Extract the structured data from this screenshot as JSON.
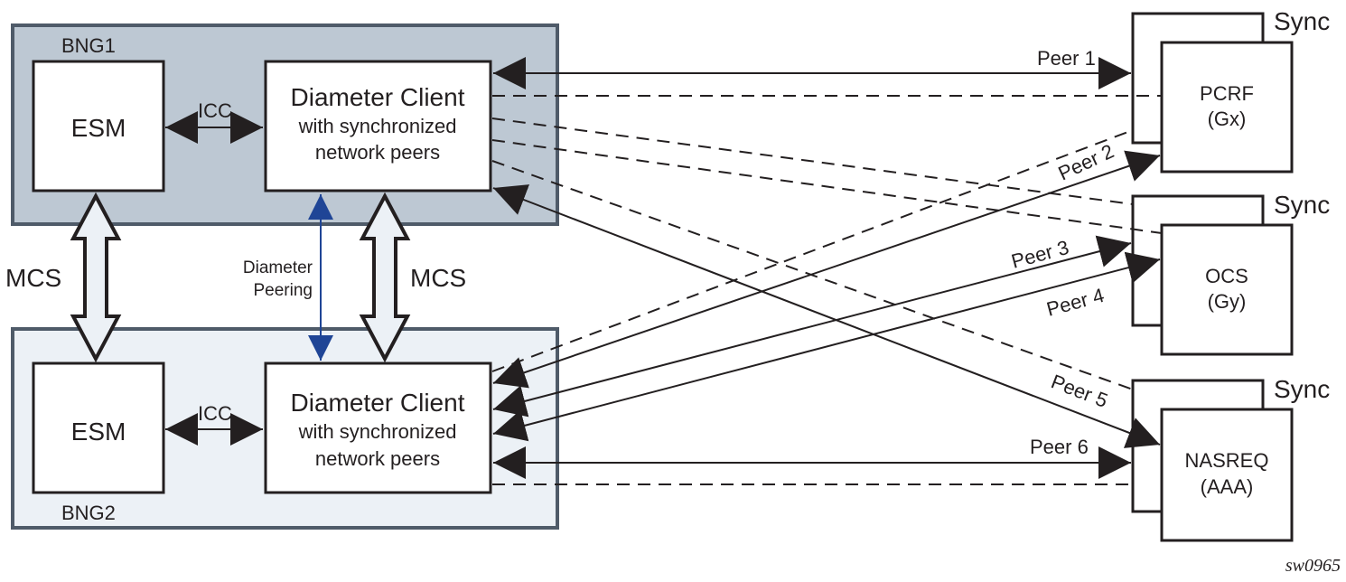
{
  "colors": {
    "bng1_fill": "#bdc8d3",
    "bng2_fill": "#ecf1f6",
    "container_border": "#4f5b69",
    "box_stroke": "#231f20",
    "peering_arrow": "#1f4596",
    "mcs_fill": "#ecf1f6"
  },
  "bng1": {
    "label": "BNG1",
    "esm_label": "ESM",
    "icc_label": "ICC",
    "client_title": "Diameter Client",
    "client_line2": "with synchronized",
    "client_line3": "network peers"
  },
  "bng2": {
    "label": "BNG2",
    "esm_label": "ESM",
    "icc_label": "ICC",
    "client_title": "Diameter Client",
    "client_line2": "with synchronized",
    "client_line3": "network peers"
  },
  "interconnect": {
    "mcs_left": "MCS",
    "mcs_right": "MCS",
    "peering_line1": "Diameter",
    "peering_line2": "Peering"
  },
  "servers": [
    {
      "name": "PCRF",
      "sub": "(Gx)",
      "sync_label": "Sync"
    },
    {
      "name": "OCS",
      "sub": "(Gy)",
      "sync_label": "Sync"
    },
    {
      "name": "NASREQ",
      "sub": "(AAA)",
      "sync_label": "Sync"
    }
  ],
  "peers": [
    {
      "label": "Peer 1",
      "from": "BNG1",
      "to": "PCRF"
    },
    {
      "label": "Peer 2",
      "from": "BNG2",
      "to": "PCRF"
    },
    {
      "label": "Peer 3",
      "from": "BNG2",
      "to": "OCS"
    },
    {
      "label": "Peer 4",
      "from": "BNG2",
      "to": "OCS"
    },
    {
      "label": "Peer 5",
      "from": "BNG1",
      "to": "NASREQ"
    },
    {
      "label": "Peer 6",
      "from": "BNG2",
      "to": "NASREQ"
    }
  ],
  "figure_id": "sw0965"
}
